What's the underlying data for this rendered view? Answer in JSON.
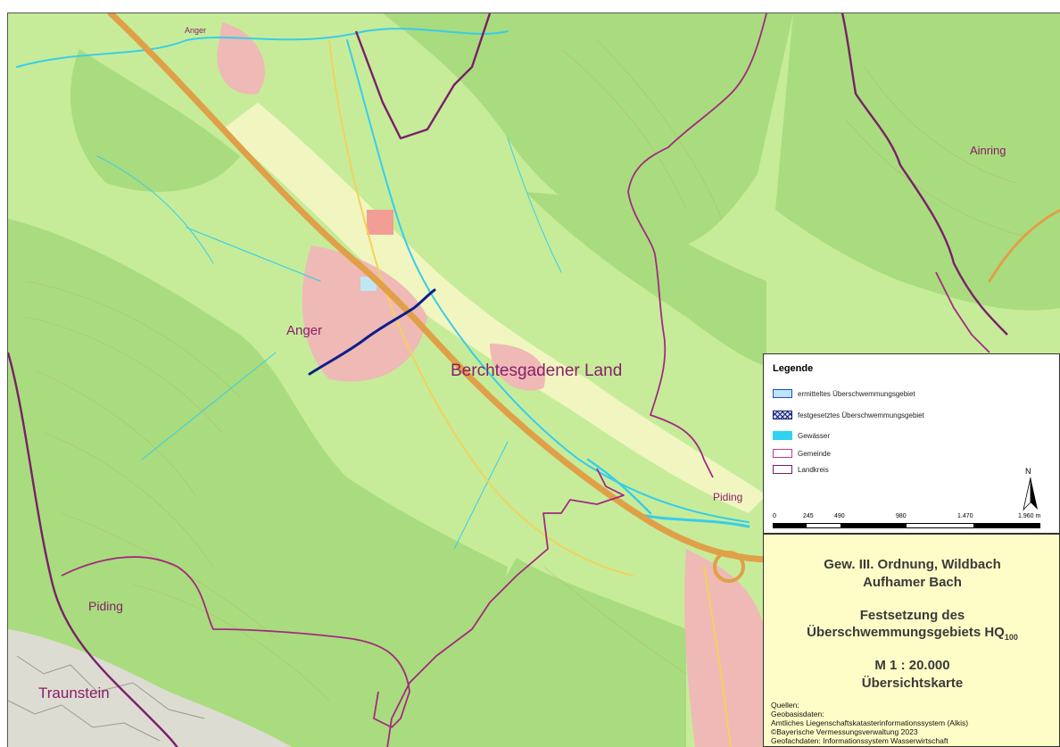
{
  "map": {
    "labels": {
      "anger_top": "Anger",
      "anger": "Anger",
      "berchtesgadener_land": "Berchtesgadener Land",
      "ainring": "Ainring",
      "piding_east": "Piding",
      "piding_west": "Piding",
      "traunstein": "Traunstein"
    },
    "colors": {
      "terrain": "#c6ec9a",
      "forest": "#a9dc7e",
      "motorway": "#e0a048",
      "road": "#f2d25a",
      "water": "#38cde8",
      "flood_line": "#0c1f8a",
      "landkreis_border": "#7a1f6b",
      "gemeinde_border": "#c33a93",
      "settlement": "#efb9b6"
    }
  },
  "legend": {
    "title": "Legende",
    "items": [
      {
        "label": "ermitteltes Überschwemmungsgebiet"
      },
      {
        "label": "festgesetztes Überschwemmungsgebiet"
      },
      {
        "label": "Gewässer"
      },
      {
        "label": "Gemeinde"
      },
      {
        "label": "Landkreis"
      }
    ],
    "north": "N",
    "scale_labels": [
      "0",
      "245",
      "490",
      "980",
      "1.470",
      "1.960 m"
    ]
  },
  "title_block": {
    "line1": "Gew. III. Ordnung, Wildbach",
    "line2": "Aufhamer Bach",
    "line3": "Festsetzung des",
    "line4_main": "Überschwemmungsgebiets HQ",
    "line4_sub": "100",
    "line5": "M 1 : 20.000",
    "line6": "Übersichtskarte",
    "sources": [
      "Quellen:",
      "Geobasisdaten:",
      "Amtliches Liegenschaftskatasterinformationssystem (Alkis)",
      "©Bayerische Vermessungsverwaltung 2023",
      "Geofachdaten:  Informationssystem Wasserwirtschaft"
    ]
  }
}
